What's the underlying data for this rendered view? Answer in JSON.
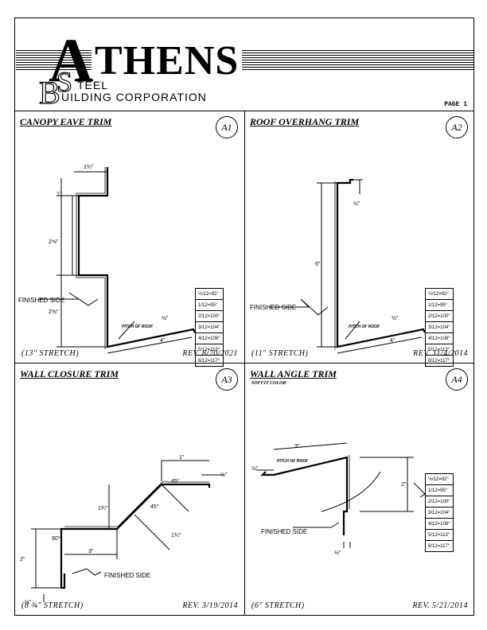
{
  "header": {
    "logo_a": "A",
    "logo_word": "THENS",
    "logo_b": "B",
    "logo_s": "S",
    "logo_steel": "TEEL",
    "logo_corp": "UILDING CORPORATION",
    "page": "PAGE 1"
  },
  "panels": [
    {
      "title": "CANOPY EAVE TRIM",
      "badge": "A1",
      "footer_left": "(13\"  STRETCH)",
      "footer_right": "REV.  8/20/2021",
      "dims": {
        "top": "1¾\"",
        "upper": "1\"",
        "mid": "2⅝\"",
        "lower": "2⅝\"",
        "lip": "½\"",
        "bottom": "4\""
      },
      "finished_side": "FINISHED SIDE",
      "pitch": "PITCH OF ROOF"
    },
    {
      "title": "ROOF OVERHANG TRIM",
      "badge": "A2",
      "footer_left": "(11\"  STRETCH)",
      "footer_right": "REV.  11/4/2014",
      "dims": {
        "top": "½\"",
        "height": "6\"",
        "lip": "½\"",
        "bottom": "4\""
      },
      "finished_side": "FINISHED SIDE",
      "pitch": "PITCH OF ROOF"
    },
    {
      "title": "WALL CLOSURE TRIM",
      "badge": "A3",
      "footer_left": "(8 ¾\"  STRETCH)",
      "footer_right": "REV.  3/19/2014",
      "dims": {
        "top": "1\"",
        "lip": "½\"",
        "angle_top": "45°",
        "rise": "1¾\"",
        "angle_mid": "45°",
        "diag": "1¾\"",
        "angle_low": "90°",
        "height": "2\"",
        "bottom": "3\"",
        "hem": "½\""
      },
      "finished_side": "FINISHED SIDE"
    },
    {
      "title": "WALL ANGLE TRIM",
      "badge": "A4",
      "subtitle": "SOFFIT COLOR",
      "footer_left": "(6\"  STRETCH)",
      "footer_right": "REV.  5/21/2014",
      "dims": {
        "top": "3\"",
        "lip": "½\"",
        "height": "2\"",
        "hem": "½\""
      },
      "finished_side": "FINISHED SIDE",
      "pitch": "PITCH OF ROOF"
    }
  ],
  "pitch_table": [
    "½/12=92°",
    "1/12=95°",
    "2/12=100°",
    "3/12=104°",
    "4/12=108°",
    "5/12=113°",
    "6/12=117°"
  ]
}
